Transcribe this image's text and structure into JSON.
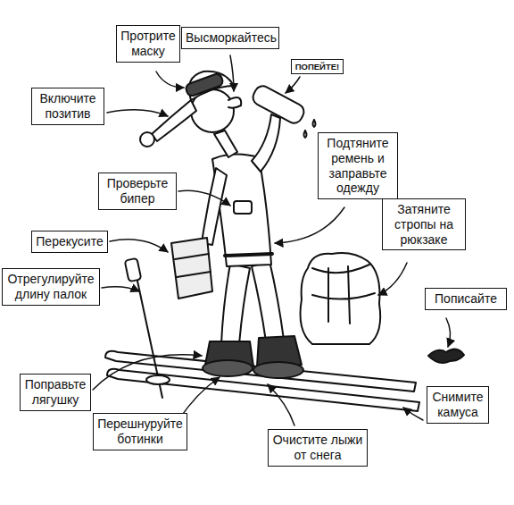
{
  "diagram": {
    "nodes": [
      {
        "text": [
          "Протрите маску"
        ]
      },
      {
        "text": [
          "Высморкайтесь"
        ]
      },
      {
        "text": [
          "ПОПЕЙТЕ!"
        ]
      },
      {
        "text": [
          "Включите позитив"
        ]
      },
      {
        "text": [
          "Подтяните ремень и заправьте одежду"
        ]
      },
      {
        "text": [
          "Проверьте бипер"
        ]
      },
      {
        "text": [
          "Затяните стропы на рюкзаке"
        ]
      },
      {
        "text": [
          "Перекусите"
        ]
      },
      {
        "text": [
          "Отрегулируйте длину палок"
        ]
      },
      {
        "text": [
          "Пописайте"
        ]
      },
      {
        "text": [
          "Поправьте лягушку"
        ]
      },
      {
        "text": [
          "Снимите камуса"
        ]
      },
      {
        "text": [
          "Перешнуруйте ботинки"
        ]
      },
      {
        "text": [
          "Очистите лыжи от снега"
        ]
      }
    ]
  }
}
